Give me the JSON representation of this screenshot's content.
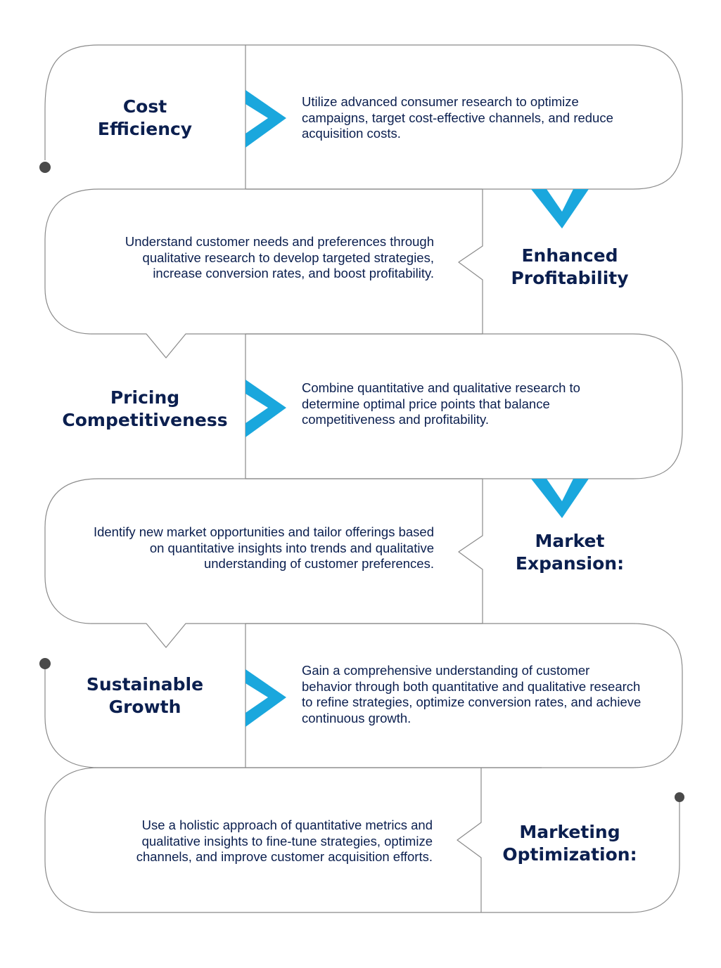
{
  "colors": {
    "outline": "#8a8a8a",
    "accent": "#1aa7dd",
    "text": "#0b1f4f",
    "dot": "#4a4a4a"
  },
  "steps": [
    {
      "title_lines": [
        "Cost",
        "Efficiency"
      ],
      "description": "Utilize advanced consumer research to optimize campaigns, target cost-effective channels, and reduce acquisition costs."
    },
    {
      "title_lines": [
        "Enhanced",
        "Profitability"
      ],
      "description": "Understand customer needs and preferences through qualitative research to develop targeted strategies, increase conversion rates, and boost profitability."
    },
    {
      "title_lines": [
        "Pricing",
        "Competitiveness"
      ],
      "description": "Combine quantitative and qualitative research to determine optimal price points that balance competitiveness and profitability."
    },
    {
      "title_lines": [
        "Market",
        "Expansion:"
      ],
      "description": "Identify new market opportunities and tailor offerings based on quantitative insights into trends and qualitative understanding of customer preferences."
    },
    {
      "title_lines": [
        "Sustainable",
        "Growth"
      ],
      "description": "Gain a comprehensive understanding of customer behavior through both quantitative and qualitative research to refine strategies, optimize conversion rates, and achieve continuous growth."
    },
    {
      "title_lines": [
        "Marketing",
        "Optimization:"
      ],
      "description": "Use a holistic approach of quantitative metrics and qualitative insights to fine-tune strategies, optimize channels, and improve customer acquisition efforts."
    }
  ]
}
